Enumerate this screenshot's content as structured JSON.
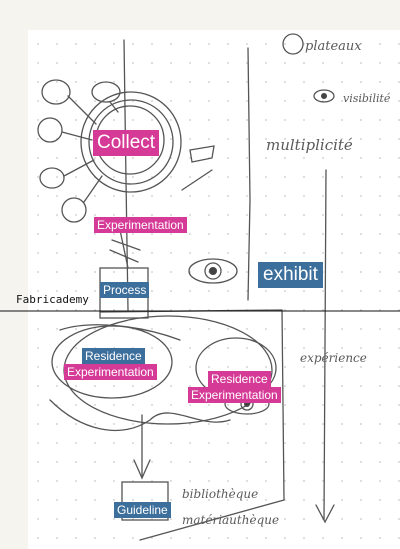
{
  "labels": {
    "collect": "Collect",
    "experimentation_top": "Experimentation",
    "process": "Process",
    "exhibit": "exhibit",
    "fabricademy": "Fabricademy",
    "residence_left": "Residence",
    "experimentation_left": "Experimentation",
    "residence_right": "Residence",
    "experimentation_right": "Experimentation",
    "guideline": "Guideline"
  },
  "handwriting": {
    "plateaux": "plateaux",
    "visibilité": "visibilité",
    "multiplicité": "multiplicité",
    "experience": "expérience",
    "bibliotheque": "bibliothèque",
    "materiautheque": "matériauthèque"
  },
  "colors": {
    "pink": "#d63a97",
    "blue": "#3d6f9c",
    "paper": "#f5f4ef",
    "pencil": "#555555"
  }
}
